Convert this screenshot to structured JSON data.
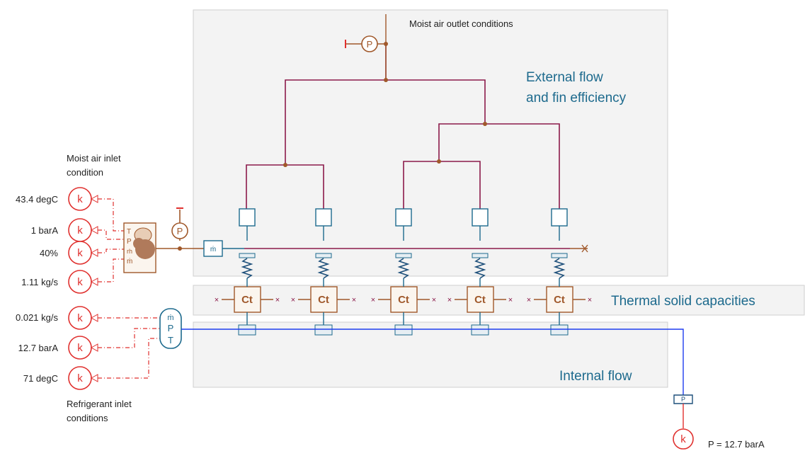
{
  "sections": {
    "external": [
      "External flow",
      "and fin efficiency"
    ],
    "thermal": "Thermal solid capacities",
    "internal": "Internal flow"
  },
  "labels": {
    "outlet": "Moist air outlet conditions",
    "moist_inlet": [
      "Moist air inlet",
      "condition"
    ],
    "refrigerant_inlet": [
      "Refrigerant inlet",
      "conditions"
    ],
    "pressure_out": "P = 12.7 barA"
  },
  "moist_air_inputs": [
    {
      "value": "43.4 degC",
      "port": "T"
    },
    {
      "value": "1 barA",
      "port": "P"
    },
    {
      "value": "40%",
      "port": "rh"
    },
    {
      "value": "1.11 kg/s",
      "port": "ṁ"
    }
  ],
  "refrigerant_inputs": [
    {
      "value": "0.021 kg/s"
    },
    {
      "value": "12.7 barA"
    },
    {
      "value": "71 degC"
    }
  ],
  "constant_symbol": "k",
  "pressure_symbol": "P",
  "capacity_symbol": "Ct",
  "mpt_labels": [
    "ṁ",
    "P",
    "T"
  ],
  "colors": {
    "air": "#8b1a4a",
    "brown": "#a0582a",
    "red": "#e0312f",
    "blue": "#1e3cf0",
    "teal": "#1d6a8d",
    "panel": "#f3f3f3"
  }
}
